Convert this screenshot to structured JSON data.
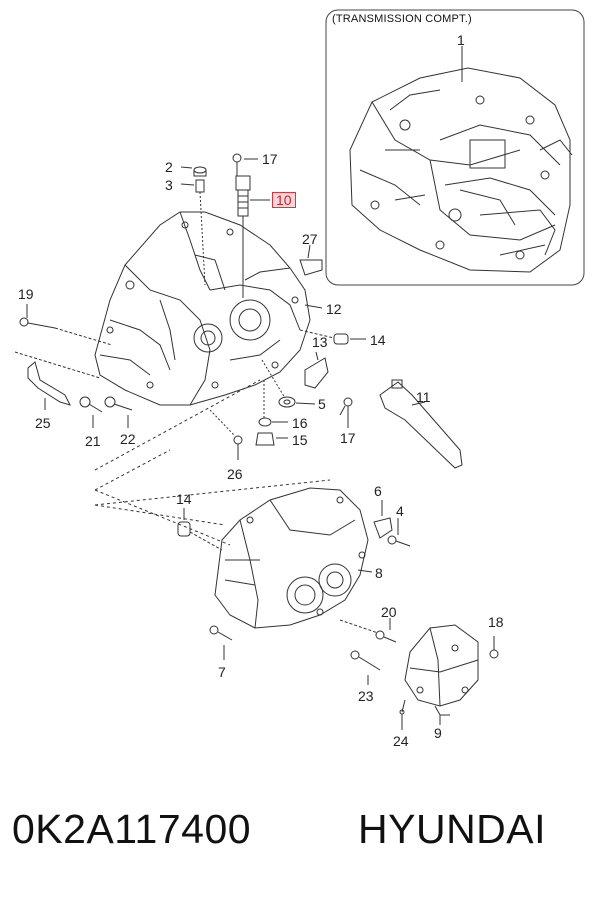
{
  "inset": {
    "title": "(TRANSMISSION COMPT.)"
  },
  "callouts": {
    "c1": "1",
    "c2": "2",
    "c3": "3",
    "c4": "4",
    "c5": "5",
    "c6": "6",
    "c7": "7",
    "c8": "8",
    "c9": "9",
    "c10": "10",
    "c11": "11",
    "c12": "12",
    "c13": "13",
    "c14a": "14",
    "c14b": "14",
    "c15": "15",
    "c16": "16",
    "c17a": "17",
    "c17b": "17",
    "c18": "18",
    "c19": "19",
    "c20": "20",
    "c21": "21",
    "c22": "22",
    "c23": "23",
    "c24": "24",
    "c25": "25",
    "c26": "26",
    "c27": "27"
  },
  "highlight_color": "#d9363e",
  "caption": {
    "part_number": "0K2A117400",
    "brand": "HYUNDAI"
  }
}
